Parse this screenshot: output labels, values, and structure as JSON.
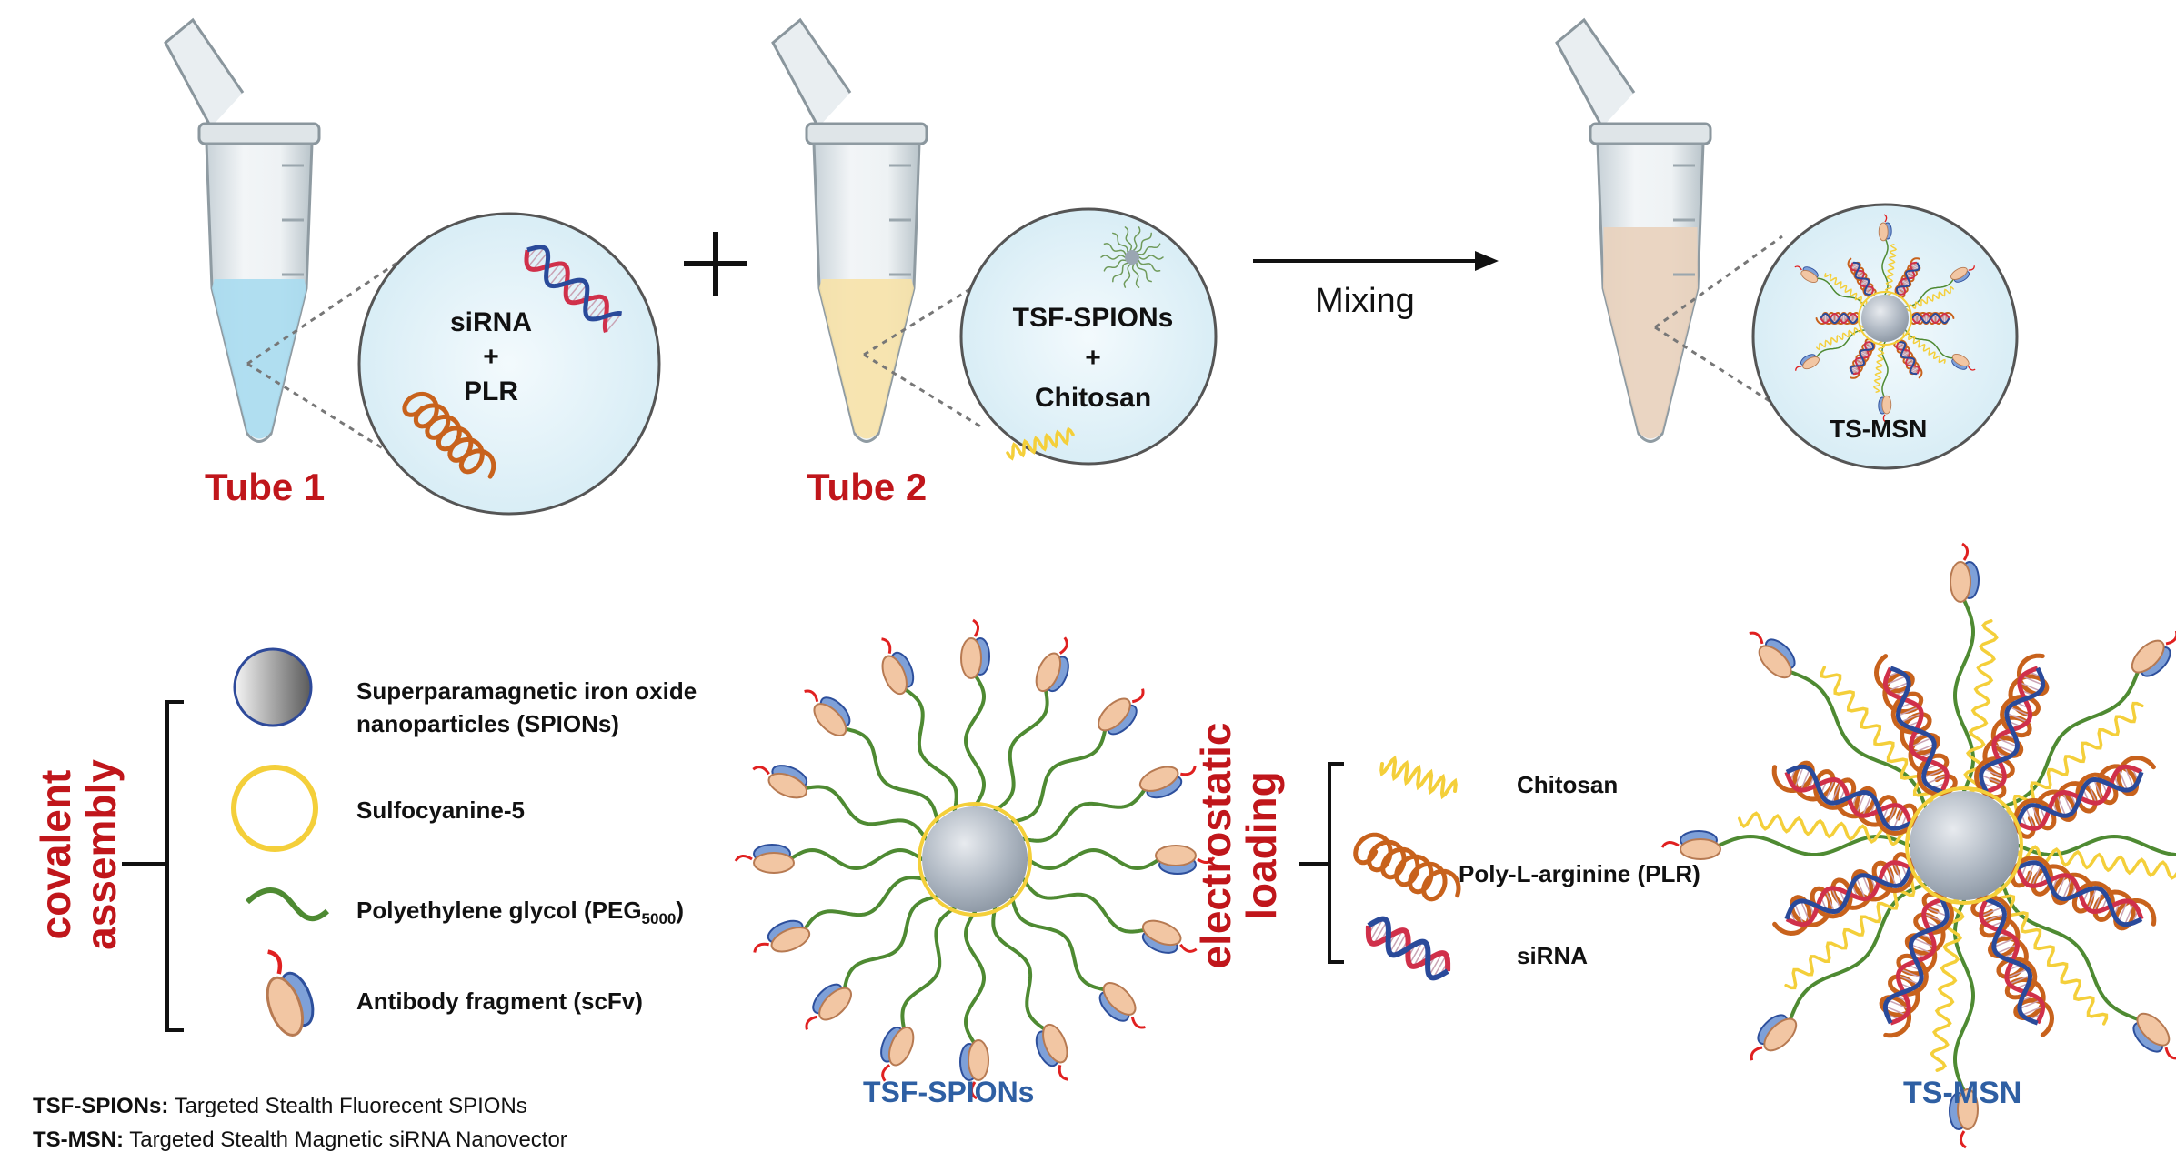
{
  "top": {
    "tube1_label": "Tube 1",
    "tube2_label": "Tube 2",
    "tube1_content": [
      "siRNA",
      "+",
      "PLR"
    ],
    "tube2_content": [
      "TSF-SPIONs",
      "+",
      "Chitosan"
    ],
    "mixing_label": "Mixing",
    "product_label": "TS-MSN",
    "plus_symbol": "+"
  },
  "legend": {
    "left_group": "covalent assembly",
    "left_group_lines": [
      "covalent",
      "assembly"
    ],
    "items": [
      {
        "label_lines": [
          "Superparamagnetic iron oxide",
          "nanoparticles (SPIONs)"
        ]
      },
      {
        "label_lines": [
          "Sulfocyanine-5"
        ]
      },
      {
        "label_main": "Polyethylene glycol (PEG",
        "label_sub": "5000",
        "label_end": ")"
      },
      {
        "label_lines": [
          "Antibody  fragment (scFv)"
        ]
      }
    ],
    "right_group_lines": [
      "electrostatic",
      "loading"
    ],
    "right_items": [
      "Chitosan",
      "Poly-L-arginine (PLR)",
      "siRNA"
    ]
  },
  "particles": {
    "left_caption": "TSF-SPIONs",
    "right_caption": "TS-MSN"
  },
  "footnotes": [
    {
      "term": "TSF-SPIONs:",
      "definition": " Targeted Stealth Fluorecent SPIONs"
    },
    {
      "term": "TS-MSN:",
      "definition": " Targeted Stealth Magnetic siRNA Nanovector"
    }
  ],
  "colors": {
    "label_red": "#c0161b",
    "caption_blue": "#2e5fa3",
    "tube1_liquid": "#a9dcef",
    "tube2_liquid": "#f7e2a8",
    "tube3_liquid": "#e9d2bd",
    "peg_green": "#4e8a32",
    "chitosan_yellow": "#f4cf3a",
    "plr_orange": "#c8621c",
    "sirna_red": "#d0304a",
    "sirna_blue": "#2a4a9a"
  }
}
